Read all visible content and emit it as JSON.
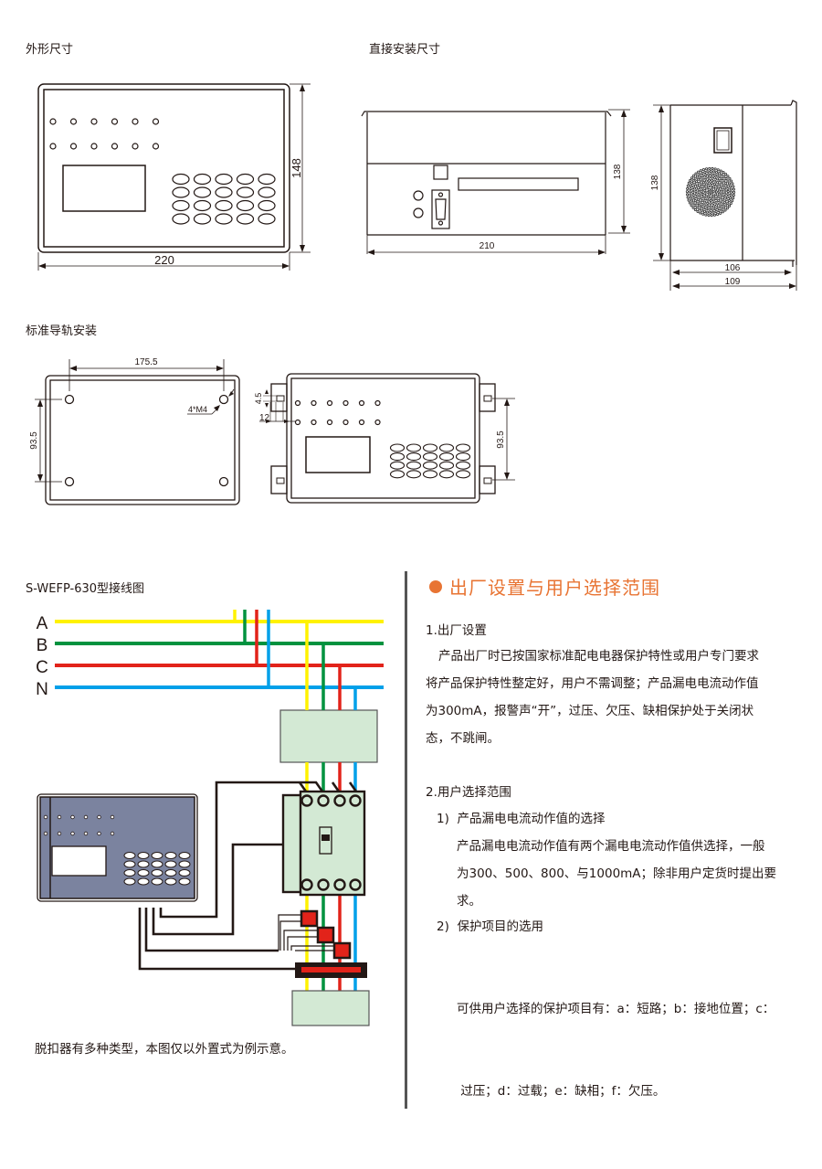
{
  "sections": {
    "outline_dims": {
      "title": "外形尺寸",
      "width_label": "220",
      "height_label": "148"
    },
    "direct_mount": {
      "title": "直接安装尺寸",
      "front_width_label": "210",
      "front_height_label": "138",
      "side_height_label": "138",
      "side_depth_inner_label": "106",
      "side_depth_outer_label": "109"
    },
    "rail_mount": {
      "title": "标准导轨安装",
      "hole_spacing_h": "175.5",
      "hole_spacing_v": "93.5",
      "screw_label": "4*M4",
      "clip_offset_v": "4.5",
      "clip_offset_h": "12",
      "clip_spacing_v": "93.5"
    },
    "wiring": {
      "title": "S-WEFP-630型接线图",
      "phases": [
        "A",
        "B",
        "C",
        "N"
      ],
      "phase_colors": [
        "#fff200",
        "#00923f",
        "#e2231a",
        "#00a0e9"
      ],
      "note": "脱扣器有多种类型，本图仅以外置式为例示意。"
    }
  },
  "settings": {
    "heading": "出厂设置与用户选择范围",
    "accent_color": "#e87433",
    "factory": {
      "title": "1.出厂设置",
      "lines": [
        "产品出厂时已按国家标准配电电器保护特性或用户专门要求",
        "将产品保护特性整定好，用户不需调整；产品漏电电流动作值",
        "为300mA，报警声“开”，过压、欠压、缺相保护处于关闭状",
        "态，不跳闸。"
      ]
    },
    "user": {
      "title": "2.用户选择范围",
      "items": [
        {
          "label": "1)  产品漏电电流动作值的选择",
          "lines": [
            "产品漏电电流动作值有两个漏电电流动作值供选择，一般",
            "为300、500、800、与1000mA；除非用户定货时提出要",
            "求。"
          ]
        },
        {
          "label": "2)  保护项目的选用",
          "lines": [
            "可供用户选择的保护项目有：a：短路；b：接地位置；c：",
            " 过压；d：过载；e：缺相；f：欠压。"
          ]
        }
      ]
    }
  }
}
